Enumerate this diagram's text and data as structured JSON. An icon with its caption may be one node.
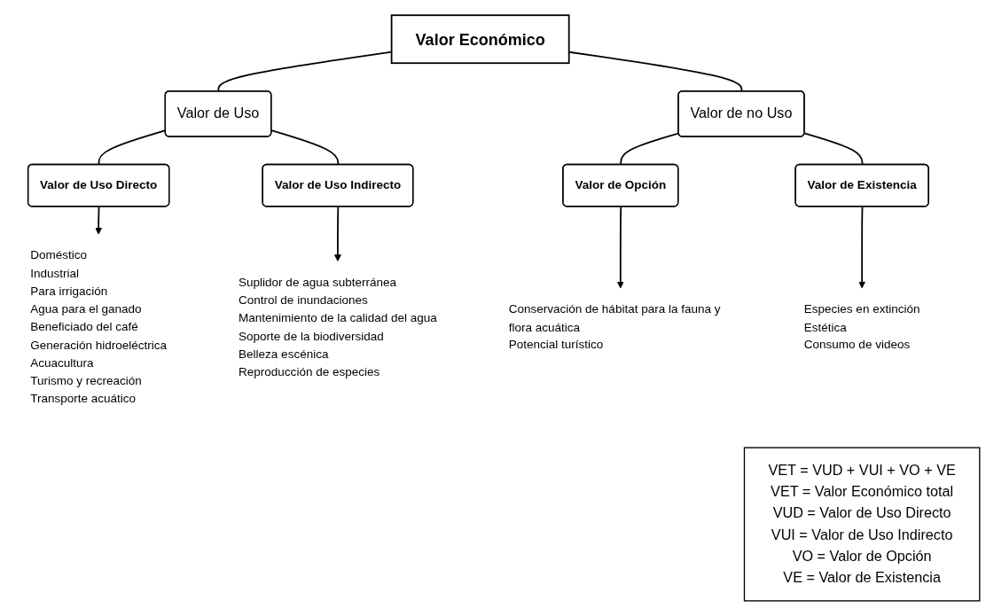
{
  "diagram": {
    "nodes": [
      {
        "text": [
          "Valor Económico"
        ]
      },
      {
        "text": [
          "Valor de Uso"
        ]
      },
      {
        "text": [
          "Valor de no Uso"
        ]
      },
      {
        "text": [
          "Valor de Uso Directo"
        ]
      },
      {
        "text": [
          "Valor de Uso Indirecto"
        ]
      },
      {
        "text": [
          "Valor de Opción"
        ]
      },
      {
        "text": [
          "Valor de Existencia"
        ]
      },
      {
        "text": [
          "Doméstico",
          "Industrial",
          "Para irrigación",
          "Agua para el ganado",
          "Beneficiado del café",
          "Generación hidroeléctrica",
          "Acuacultura",
          "Turismo y recreación",
          "Transporte acuático"
        ]
      },
      {
        "text": [
          "Suplidor de agua subterránea",
          "Control de inundaciones",
          "Mantenimiento de la calidad del agua",
          "Soporte de la biodiversidad",
          "Belleza escénica",
          "Reproducción de especies"
        ]
      },
      {
        "text": [
          "Conservación de hábitat para la fauna y flora acuática",
          "Potencial turístico"
        ]
      },
      {
        "text": [
          "Especies en extinción",
          "Estética",
          "Consumo de videos"
        ]
      },
      {
        "text": [
          "VET = VUD + VUI + VO + VE",
          "VET = Valor Económico total",
          "VUD = Valor de Uso Directo",
          "VUI = Valor de Uso Indirecto",
          "VO = Valor de Opción",
          "VE = Valor de Existencia"
        ]
      }
    ],
    "edges": [
      {
        "from": 0,
        "to": 1,
        "arrow": "none"
      },
      {
        "from": 0,
        "to": 2,
        "arrow": "none"
      },
      {
        "from": 1,
        "to": 3,
        "arrow": "none"
      },
      {
        "from": 1,
        "to": 4,
        "arrow": "none"
      },
      {
        "from": 2,
        "to": 5,
        "arrow": "none"
      },
      {
        "from": 2,
        "to": 6,
        "arrow": "none"
      },
      {
        "from": 3,
        "to": 7,
        "arrow": "to"
      },
      {
        "from": 4,
        "to": 8,
        "arrow": "to"
      },
      {
        "from": 5,
        "to": 9,
        "arrow": "to"
      },
      {
        "from": 6,
        "to": 10,
        "arrow": "to"
      }
    ]
  }
}
